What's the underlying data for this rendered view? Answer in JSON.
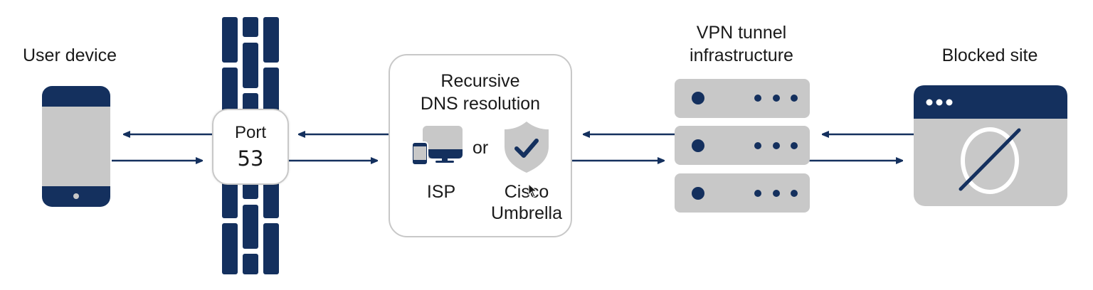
{
  "diagram": {
    "title": "DNS resolution via VPN tunnel to blocked site",
    "colors": {
      "navy": "#14305e",
      "gray": "#c8c8c8",
      "text": "#1a1a1a",
      "box_border": "#c8c8c8"
    },
    "nodes": {
      "user_device": {
        "label": "User device",
        "icon": "smartphone-icon"
      },
      "firewall": {
        "icon": "brick-wall-icon",
        "port_label": "Port",
        "port_number": "53"
      },
      "dns": {
        "title_line1": "Recursive",
        "title_line2": "DNS resolution",
        "option1_label": "ISP",
        "option1_icon": "devices-icon",
        "separator": "or",
        "option2_label_line1": "Cisco",
        "option2_label_line2": "Umbrella",
        "option2_icon": "shield-check-icon"
      },
      "vpn": {
        "label_line1": "VPN tunnel",
        "label_line2": "infrastructure",
        "icon": "server-stack-icon",
        "server_count": 3
      },
      "blocked_site": {
        "label": "Blocked site",
        "icon": "blocked-browser-icon"
      }
    },
    "edges": [
      {
        "from": "firewall",
        "to": "user_device",
        "direction": "left"
      },
      {
        "from": "user_device",
        "to": "firewall",
        "direction": "right"
      },
      {
        "from": "dns",
        "to": "firewall",
        "direction": "left"
      },
      {
        "from": "firewall",
        "to": "dns",
        "direction": "right"
      },
      {
        "from": "vpn",
        "to": "dns",
        "direction": "left"
      },
      {
        "from": "dns",
        "to": "vpn",
        "direction": "right"
      },
      {
        "from": "blocked_site",
        "to": "vpn",
        "direction": "left"
      },
      {
        "from": "vpn",
        "to": "blocked_site",
        "direction": "right"
      }
    ]
  }
}
